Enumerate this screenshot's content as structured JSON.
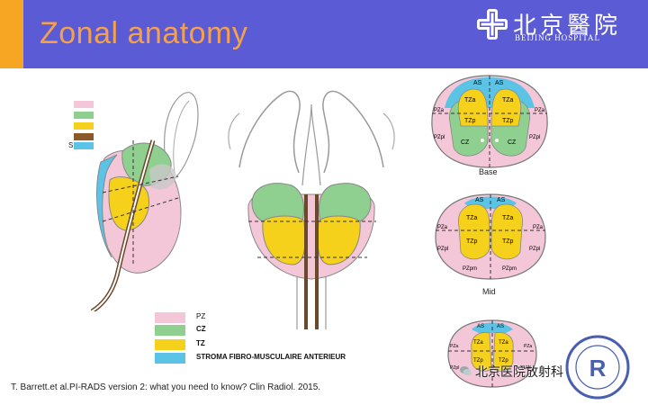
{
  "header": {
    "title": "Zonal anatomy",
    "logo_cn": "北京醫院",
    "logo_en": "BEIJING HOSPITAL"
  },
  "colors": {
    "header_bg": "#5b5bd6",
    "header_stripe": "#f6a623",
    "title": "#f5a04a",
    "pz": "#f3c6d8",
    "cz": "#8fcf8f",
    "tz": "#f6d11c",
    "as": "#5bc4e6",
    "stroma": "#8b5a2b"
  },
  "legend": {
    "items": [
      {
        "label": "PZ",
        "color": "#f3c6d8"
      },
      {
        "label": "CZ",
        "color": "#8fcf8f"
      },
      {
        "label": "TZ",
        "color": "#f6d11c"
      },
      {
        "label": "STROMA FIBRO-MUSCULAIRE  ANTERIEUR",
        "color": "#5bc4e6"
      }
    ]
  },
  "small_legend": {
    "marker": "S"
  },
  "sections": {
    "base": {
      "caption": "Base",
      "labels": [
        "AS",
        "AS",
        "TZa",
        "TZa",
        "TZp",
        "TZp",
        "PZa",
        "PZa",
        "CZ",
        "CZ",
        "PZpl",
        "PZpl"
      ]
    },
    "mid": {
      "caption": "Mid",
      "labels": [
        "AS",
        "AS",
        "TZa",
        "TZa",
        "TZp",
        "TZp",
        "PZa",
        "PZa",
        "PZpl",
        "PZpl",
        "PZpm",
        "PZpm"
      ]
    },
    "apex": {
      "labels": [
        "AS",
        "AS",
        "TZa",
        "TZa",
        "TZp",
        "TZp",
        "PZa",
        "PZa",
        "PZpl",
        "PZpl"
      ]
    }
  },
  "citation": "T. Barrett.et al.PI-RADS version 2: what you need to know? Clin Radiol. 2015.",
  "watermark": "北京医院放射科"
}
